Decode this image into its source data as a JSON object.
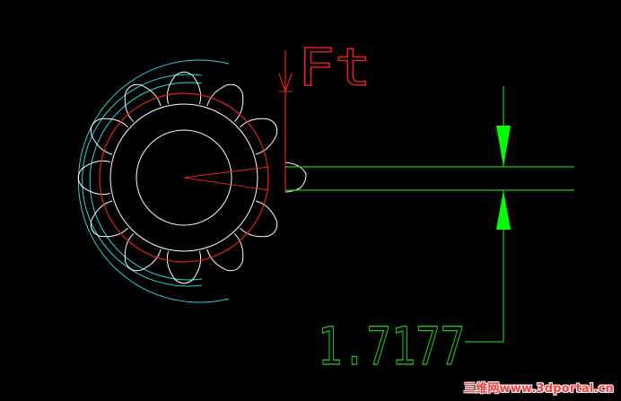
{
  "drawing": {
    "force_label": "Ft",
    "dimension_value": "1.7177"
  },
  "watermark": {
    "text": "三维网www.3dportal.cn"
  },
  "colors": {
    "background": "#000000",
    "gear_outline": "#ffffff",
    "addendum_circle": "#2ad6d6",
    "pitch_circle": "#e02020",
    "force_arrow": "#e02020",
    "dimension": "#21c421",
    "dimension_arrow": "#00ff00"
  }
}
